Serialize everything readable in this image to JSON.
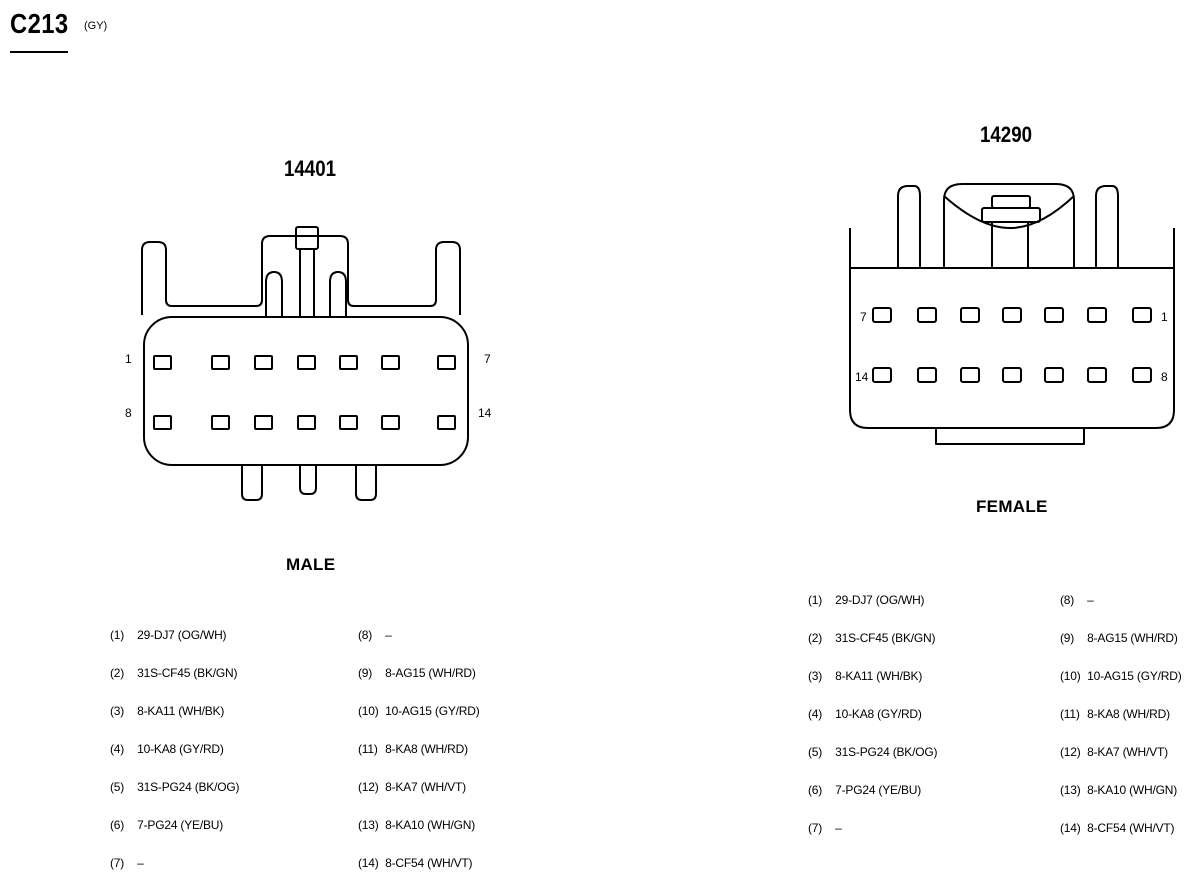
{
  "connector": {
    "id": "C213",
    "color_code": "(GY)"
  },
  "male": {
    "part_number": "14401",
    "label": "MALE",
    "pin_labels": {
      "top_left": "1",
      "top_right": "7",
      "bottom_left": "8",
      "bottom_right": "14"
    },
    "wiring": [
      {
        "pin": "(1)",
        "circuit": "29-DJ7 (OG/WH)"
      },
      {
        "pin": "(2)",
        "circuit": "31S-CF45 (BK/GN)"
      },
      {
        "pin": "(3)",
        "circuit": "8-KA11 (WH/BK)"
      },
      {
        "pin": "(4)",
        "circuit": "10-KA8 (GY/RD)"
      },
      {
        "pin": "(5)",
        "circuit": "31S-PG24 (BK/OG)"
      },
      {
        "pin": "(6)",
        "circuit": "7-PG24 (YE/BU)"
      },
      {
        "pin": "(7)",
        "circuit": "–"
      },
      {
        "pin": "(8)",
        "circuit": "–"
      },
      {
        "pin": "(9)",
        "circuit": "8-AG15 (WH/RD)"
      },
      {
        "pin": "(10)",
        "circuit": "10-AG15 (GY/RD)"
      },
      {
        "pin": "(11)",
        "circuit": "8-KA8 (WH/RD)"
      },
      {
        "pin": "(12)",
        "circuit": "8-KA7 (WH/VT)"
      },
      {
        "pin": "(13)",
        "circuit": "8-KA10 (WH/GN)"
      },
      {
        "pin": "(14)",
        "circuit": "8-CF54 (WH/VT)"
      }
    ]
  },
  "female": {
    "part_number": "14290",
    "label": "FEMALE",
    "pin_labels": {
      "top_left": "7",
      "top_right": "1",
      "bottom_left": "14",
      "bottom_right": "8"
    },
    "wiring": [
      {
        "pin": "(1)",
        "circuit": "29-DJ7 (OG/WH)"
      },
      {
        "pin": "(2)",
        "circuit": "31S-CF45 (BK/GN)"
      },
      {
        "pin": "(3)",
        "circuit": "8-KA11 (WH/BK)"
      },
      {
        "pin": "(4)",
        "circuit": "10-KA8 (GY/RD)"
      },
      {
        "pin": "(5)",
        "circuit": "31S-PG24 (BK/OG)"
      },
      {
        "pin": "(6)",
        "circuit": "7-PG24 (YE/BU)"
      },
      {
        "pin": "(7)",
        "circuit": "–"
      },
      {
        "pin": "(8)",
        "circuit": "–"
      },
      {
        "pin": "(9)",
        "circuit": "8-AG15 (WH/RD)"
      },
      {
        "pin": "(10)",
        "circuit": "10-AG15 (GY/RD)"
      },
      {
        "pin": "(11)",
        "circuit": "8-KA8 (WH/RD)"
      },
      {
        "pin": "(12)",
        "circuit": "8-KA7 (WH/VT)"
      },
      {
        "pin": "(13)",
        "circuit": "8-KA10 (WH/GN)"
      },
      {
        "pin": "(14)",
        "circuit": "8-CF54 (WH/VT)"
      }
    ]
  }
}
